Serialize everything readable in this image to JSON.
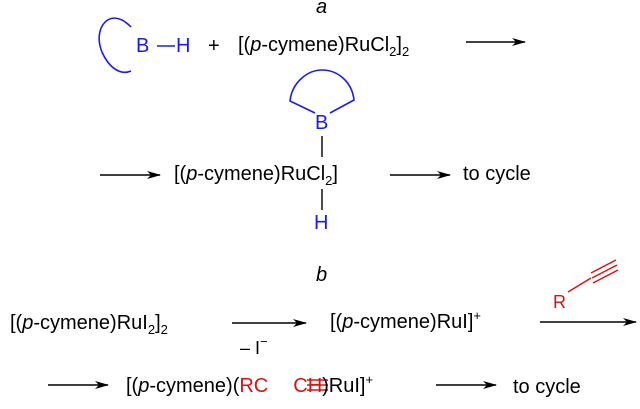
{
  "section_a": {
    "label": "a",
    "reaction1": {
      "borane_atom": "B",
      "hydride_atom": "H",
      "plus": "+",
      "dimer_prefix": "[(",
      "p_label": "p",
      "dimer_mid": "-cymene)RuCl",
      "dimer_sub1": "2",
      "dimer_close": "]",
      "dimer_sub2": "2"
    },
    "reaction2": {
      "boron_atom": "B",
      "hydrogen_atom": "H",
      "complex_prefix": "[(",
      "p_label": "p",
      "complex_mid": "-cymene)RuCl",
      "complex_sub": "2",
      "complex_close": "]",
      "to_cycle": "to cycle"
    }
  },
  "section_b": {
    "label": "b",
    "reaction1": {
      "dimer_prefix": "[(",
      "p_label": "p",
      "dimer_mid": "-cymene)RuI",
      "dimer_sub1": "2",
      "dimer_close": "]",
      "dimer_sub2": "2",
      "loss_label": "– I",
      "loss_charge": "−",
      "cation_prefix": "[(",
      "cation_p": "p",
      "cation_mid": "-cymene)RuI]",
      "cation_charge": "+",
      "alkyne_r": "R"
    },
    "reaction2": {
      "complex_prefix": "[(",
      "p_label": "p",
      "complex_mid1": "-cymene)(",
      "alkyne_rc": "RC",
      "alkyne_ch": "CH",
      "complex_mid2": ")RuI]",
      "complex_charge": "+",
      "to_cycle": "to cycle"
    }
  },
  "colors": {
    "boron": "#1a1aff",
    "alkyne": "#e01010",
    "text": "#000000"
  }
}
